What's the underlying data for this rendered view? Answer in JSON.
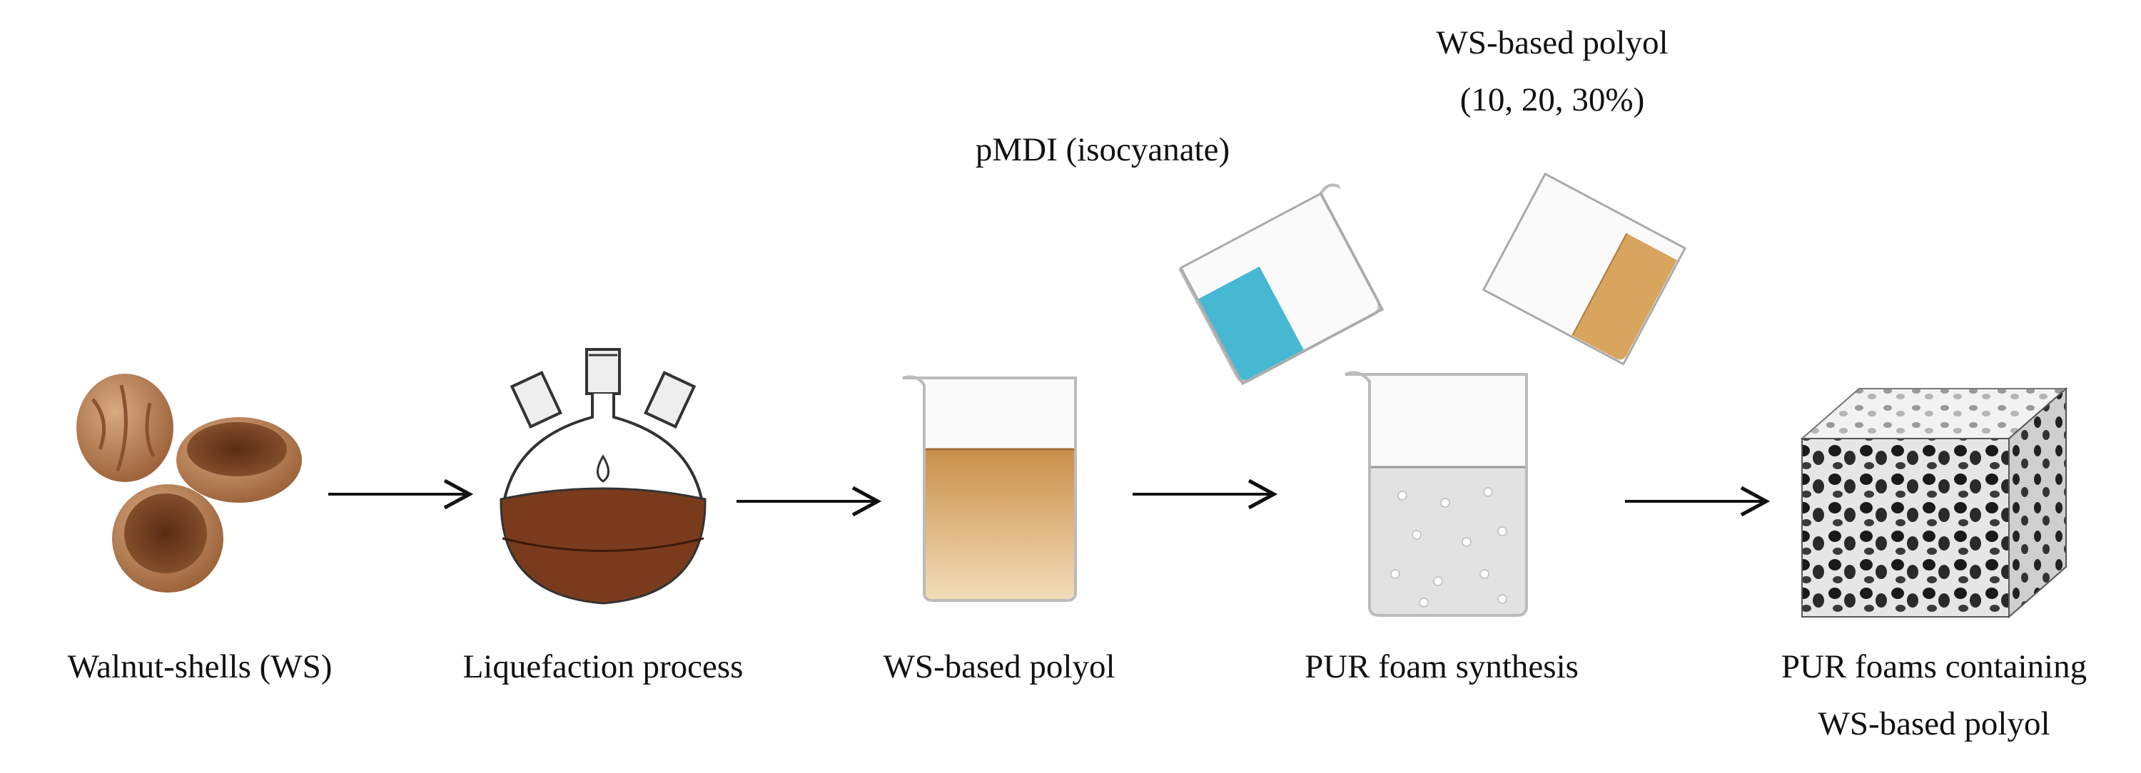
{
  "steps": [
    {
      "label": "Walnut-shells (WS)",
      "icon": "walnut-shells-icon"
    },
    {
      "label": "Liquefaction process",
      "icon": "three-neck-flask-icon"
    },
    {
      "label": "WS-based  polyol",
      "icon": "polyol-beaker-icon"
    },
    {
      "label": "PUR foam synthesis",
      "icon": "mixing-beaker-icon"
    },
    {
      "label_line1": "PUR foams containing",
      "label_line2": "WS-based  polyol",
      "icon": "foam-cube-icon"
    }
  ],
  "inputs": {
    "pmdi_label": "pMDI (isocyanate)",
    "polyol_label_line1": "WS-based polyol",
    "polyol_label_line2": "(10, 20, 30%)"
  },
  "colors": {
    "walnut": "#b07a4e",
    "flask_liquid": "#7a3b1c",
    "polyol": "#d8a55e",
    "isocyanate": "#46b8d2",
    "arrow": "#111111"
  }
}
